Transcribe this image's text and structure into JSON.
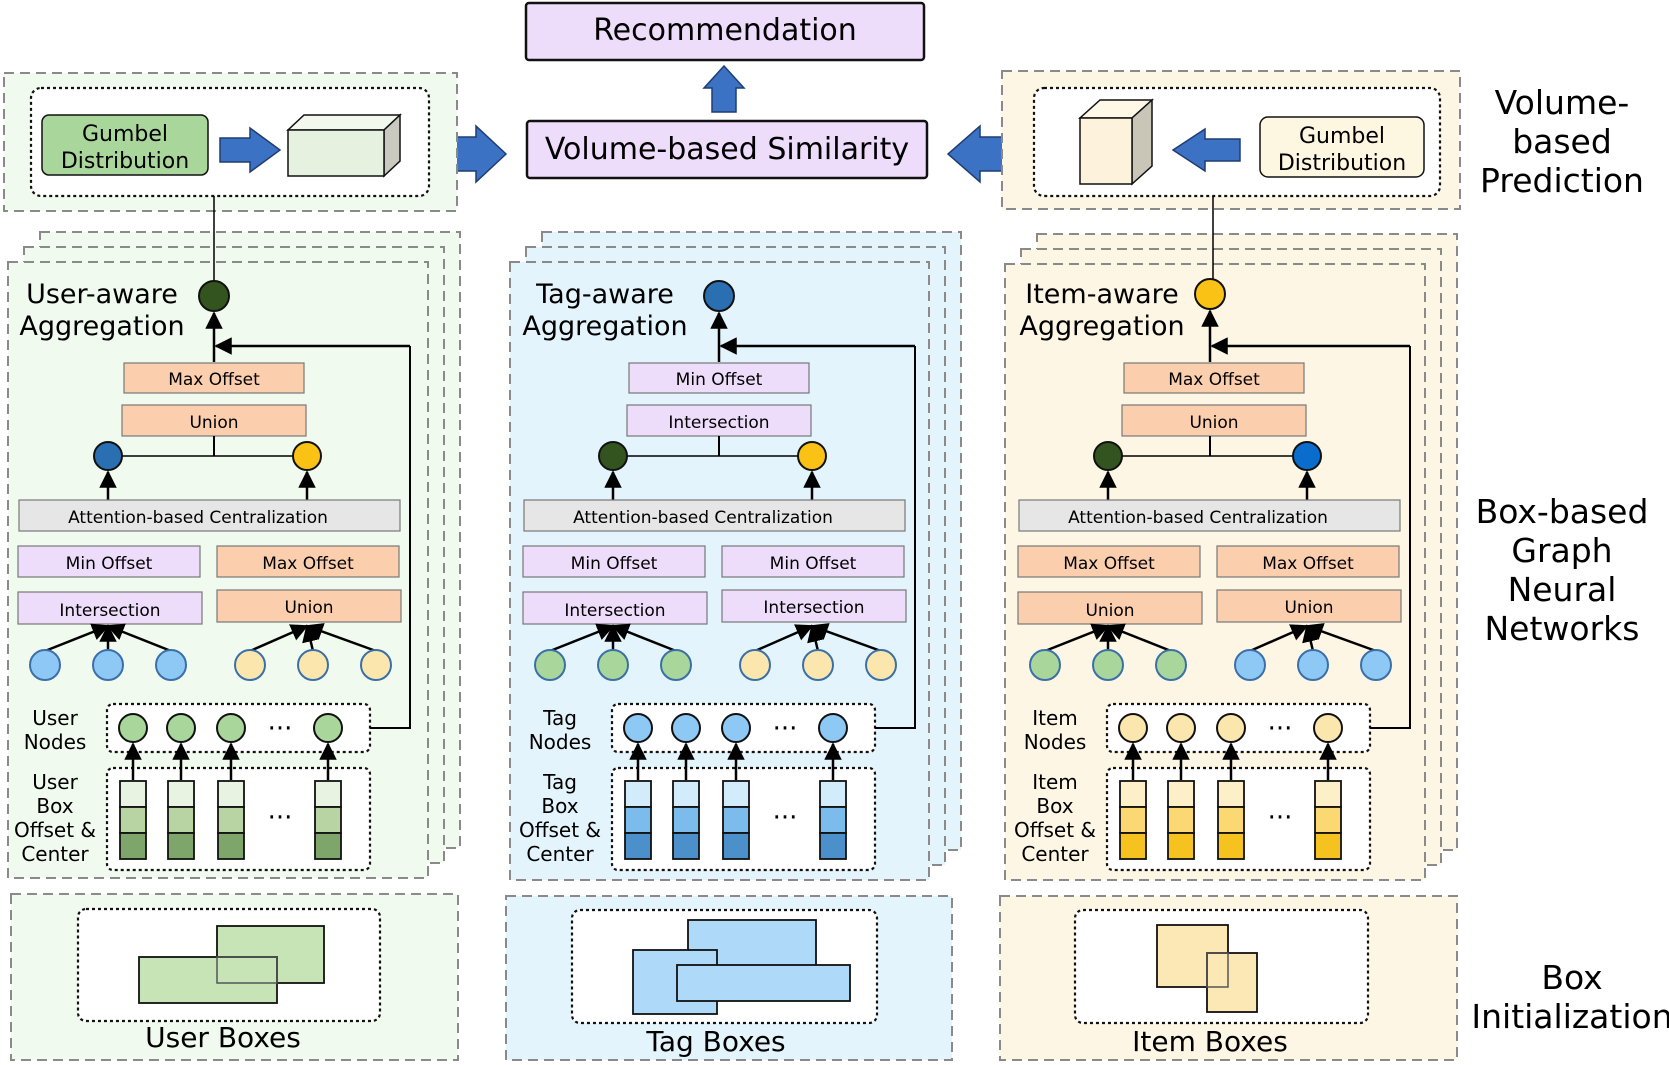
{
  "top": {
    "recommendation": "Recommendation",
    "similarity": "Volume-based Similarity"
  },
  "gumbel": {
    "line1": "Gumbel",
    "line2": "Distribution"
  },
  "stages": {
    "prediction": [
      "Volume-",
      "based",
      "Prediction"
    ],
    "gnn": [
      "Box-based",
      "Graph",
      "Neural",
      "Networks"
    ],
    "init": [
      "Box",
      "Initialization"
    ]
  },
  "columns": [
    {
      "id": "user",
      "aggregation": [
        "User-aware",
        "Aggregation"
      ],
      "top_ops": [
        "Max Offset",
        "Union"
      ],
      "centralization": "Attention-based Centralization",
      "left_ops": [
        "Min Offset",
        "Intersection"
      ],
      "right_ops": [
        "Max Offset",
        "Union"
      ],
      "nodes_label": [
        "User",
        "Nodes"
      ],
      "box_label": [
        "User",
        "Box",
        "Offset &",
        "Center"
      ],
      "boxes_label": "User Boxes",
      "ellipsis": "···"
    },
    {
      "id": "tag",
      "aggregation": [
        "Tag-aware",
        "Aggregation"
      ],
      "top_ops": [
        "Min Offset",
        "Intersection"
      ],
      "centralization": "Attention-based Centralization",
      "left_ops": [
        "Min Offset",
        "Intersection"
      ],
      "right_ops": [
        "Min Offset",
        "Intersection"
      ],
      "nodes_label": [
        "Tag",
        "Nodes"
      ],
      "box_label": [
        "Tag",
        "Box",
        "Offset &",
        "Center"
      ],
      "boxes_label": "Tag Boxes",
      "ellipsis": "···"
    },
    {
      "id": "item",
      "aggregation": [
        "Item-aware",
        "Aggregation"
      ],
      "top_ops": [
        "Max Offset",
        "Union"
      ],
      "centralization": "Attention-based Centralization",
      "left_ops": [
        "Max Offset",
        "Union"
      ],
      "right_ops": [
        "Max Offset",
        "Union"
      ],
      "nodes_label": [
        "Item",
        "Nodes"
      ],
      "box_label": [
        "Item",
        "Box",
        "Offset &",
        "Center"
      ],
      "boxes_label": "Item Boxes",
      "ellipsis": "···"
    }
  ],
  "colors": {
    "user_bg": "#f1faee",
    "tag_bg": "#e4f4fc",
    "item_bg": "#fdf6e4",
    "purple": "#eedcfb",
    "orange": "#fbceae",
    "gray": "#e6e6e6",
    "arrow_blue": "#3c72c4",
    "user_node": "#a9d69a",
    "tag_node": "#8ec9f6",
    "item_node": "#fbe7ae",
    "dark_green": "#34541f",
    "dark_blue": "#2a6fb2",
    "gold": "#fac215"
  }
}
